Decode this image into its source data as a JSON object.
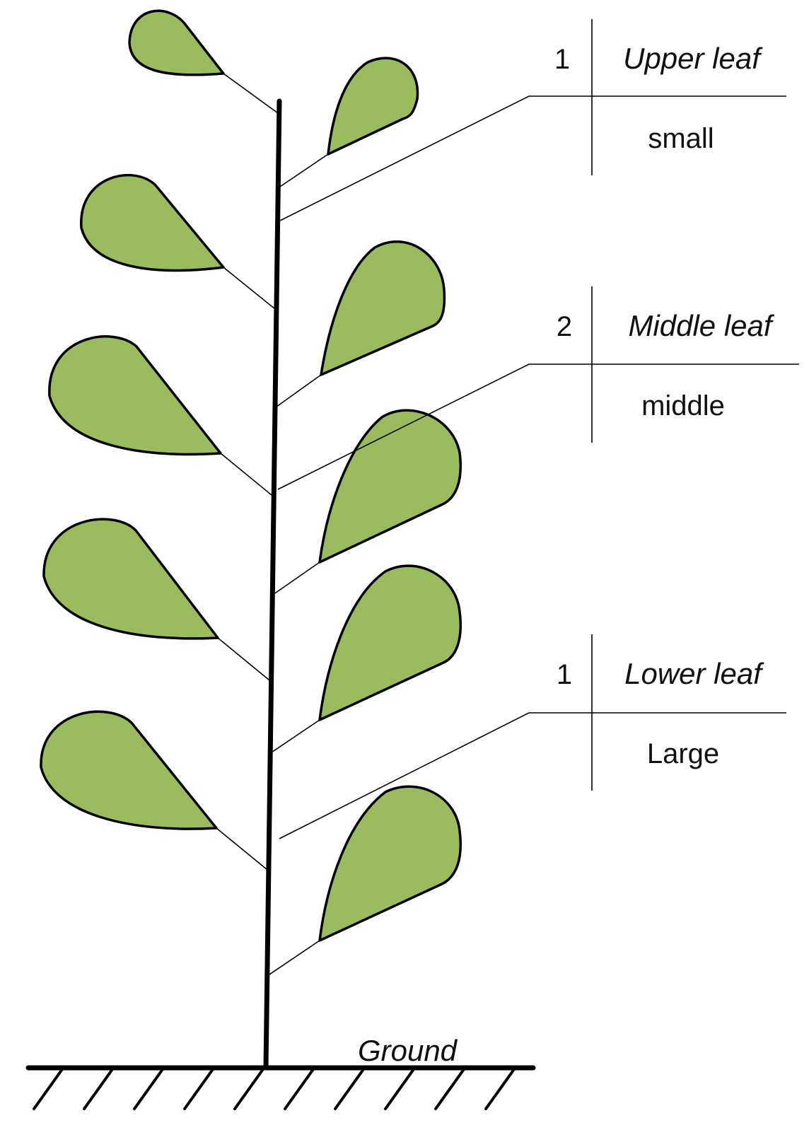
{
  "colors": {
    "leaf_fill": "#9bbb5f",
    "outline": "#000000",
    "background": "#ffffff"
  },
  "labels": [
    {
      "number": "1",
      "name": "Upper leaf",
      "size": "small"
    },
    {
      "number": "2",
      "name": "Middle leaf",
      "size": "middle"
    },
    {
      "number": "1",
      "name": "Lower leaf",
      "size": "Large"
    }
  ],
  "ground": {
    "label": "Ground"
  }
}
